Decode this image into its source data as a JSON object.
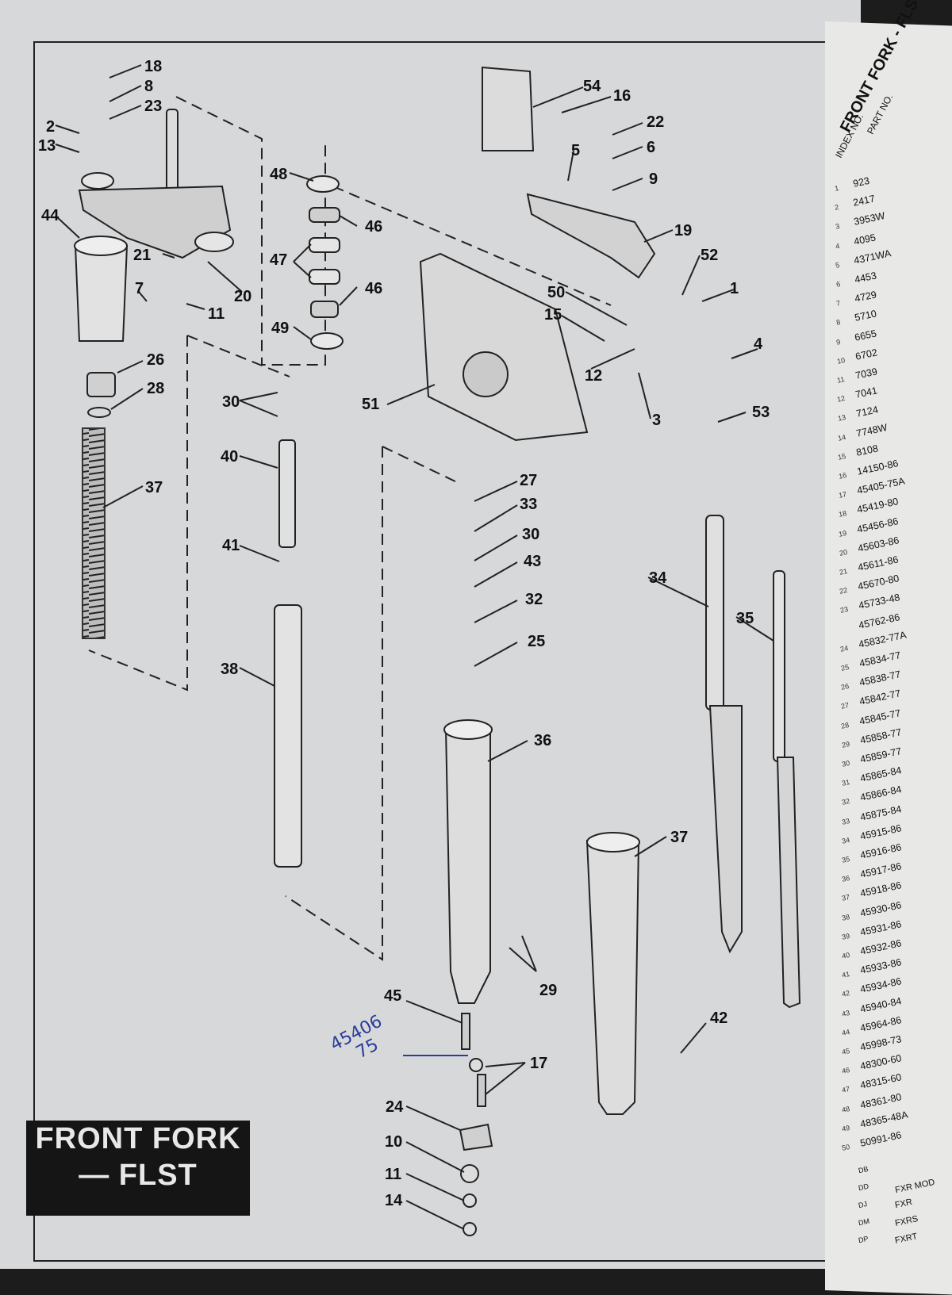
{
  "page_title": "FRONT FORK — FLST",
  "label_box": {
    "line1": "FRONT FORK",
    "line2": "— FLST"
  },
  "handwritten_note": {
    "line1": "45406",
    "line2": "75"
  },
  "right_page": {
    "title": "FRONT FORK - FLST",
    "header_index": "INDEX NO.",
    "header_part": "PART NO.",
    "rows": [
      {
        "idx": "1",
        "part": "923"
      },
      {
        "idx": "2",
        "part": "2417"
      },
      {
        "idx": "3",
        "part": "3953W"
      },
      {
        "idx": "4",
        "part": "4095"
      },
      {
        "idx": "5",
        "part": "4371WA"
      },
      {
        "idx": "6",
        "part": "4453"
      },
      {
        "idx": "7",
        "part": "4729"
      },
      {
        "idx": "8",
        "part": "5710"
      },
      {
        "idx": "9",
        "part": "6655"
      },
      {
        "idx": "10",
        "part": "6702"
      },
      {
        "idx": "11",
        "part": "7039"
      },
      {
        "idx": "12",
        "part": "7041"
      },
      {
        "idx": "13",
        "part": "7124"
      },
      {
        "idx": "14",
        "part": "7748W"
      },
      {
        "idx": "15",
        "part": "8108"
      },
      {
        "idx": "16",
        "part": "14150-86"
      },
      {
        "idx": "17",
        "part": "45405-75A"
      },
      {
        "idx": "18",
        "part": "45419-80"
      },
      {
        "idx": "19",
        "part": "45456-86"
      },
      {
        "idx": "20",
        "part": "45603-86"
      },
      {
        "idx": "21",
        "part": "45611-86"
      },
      {
        "idx": "22",
        "part": "45670-80"
      },
      {
        "idx": "23",
        "part": "45733-48"
      },
      {
        "idx": "",
        "part": "45762-86"
      },
      {
        "idx": "24",
        "part": "45832-77A"
      },
      {
        "idx": "25",
        "part": "45834-77"
      },
      {
        "idx": "26",
        "part": "45838-77"
      },
      {
        "idx": "27",
        "part": "45842-77"
      },
      {
        "idx": "28",
        "part": "45845-77"
      },
      {
        "idx": "29",
        "part": "45858-77"
      },
      {
        "idx": "30",
        "part": "45859-77"
      },
      {
        "idx": "31",
        "part": "45865-84"
      },
      {
        "idx": "32",
        "part": "45866-84"
      },
      {
        "idx": "33",
        "part": "45875-84"
      },
      {
        "idx": "34",
        "part": "45915-86"
      },
      {
        "idx": "35",
        "part": "45916-86"
      },
      {
        "idx": "36",
        "part": "45917-86"
      },
      {
        "idx": "37",
        "part": "45918-86"
      },
      {
        "idx": "38",
        "part": "45930-86"
      },
      {
        "idx": "39",
        "part": "45931-86"
      },
      {
        "idx": "40",
        "part": "45932-86"
      },
      {
        "idx": "41",
        "part": "45933-86"
      },
      {
        "idx": "42",
        "part": "45934-86"
      },
      {
        "idx": "43",
        "part": "45940-84"
      },
      {
        "idx": "44",
        "part": "45964-86"
      },
      {
        "idx": "45",
        "part": "45998-73"
      },
      {
        "idx": "46",
        "part": "48300-60"
      },
      {
        "idx": "47",
        "part": "48315-60"
      },
      {
        "idx": "48",
        "part": "48361-80"
      },
      {
        "idx": "49",
        "part": "48365-48A"
      },
      {
        "idx": "50",
        "part": "50991-86"
      }
    ],
    "bottom_codes": [
      "FXR MOD",
      "FXR",
      "FXRS",
      "FXRT"
    ],
    "bottom_col": [
      "DB",
      "DD",
      "DJ",
      "DM",
      "DP"
    ]
  },
  "callouts": [
    "18",
    "8",
    "23",
    "2",
    "13",
    "44",
    "21",
    "20",
    "7",
    "11",
    "26",
    "28",
    "37",
    "48",
    "46",
    "47",
    "46",
    "49",
    "30",
    "40",
    "41",
    "38",
    "54",
    "16",
    "22",
    "5",
    "6",
    "9",
    "19",
    "52",
    "1",
    "50",
    "15",
    "12",
    "4",
    "3",
    "51",
    "53",
    "27",
    "33",
    "30",
    "43",
    "32",
    "25",
    "36",
    "34",
    "35",
    "29",
    "45",
    "17",
    "24",
    "10",
    "11",
    "14",
    "37",
    "42"
  ]
}
